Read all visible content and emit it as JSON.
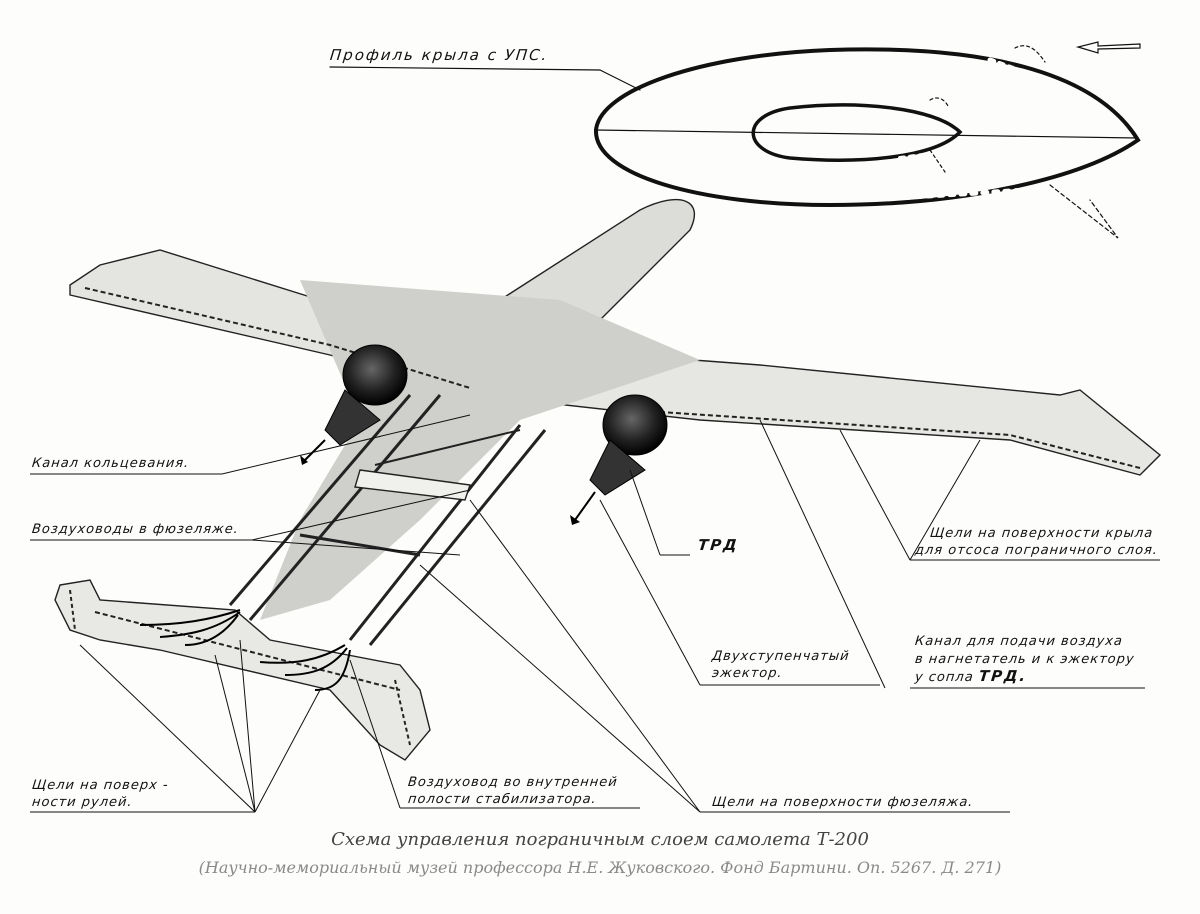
{
  "labels": {
    "wing_profile": "Профиль крыла с УПС.",
    "ring_channel": "Канал кольцевания.",
    "fuselage_ducts": "Воздуховоды в фюзеляже.",
    "trd": "ТРД",
    "wing_slots_1": "Щели на поверхности крыла",
    "wing_slots_2": "для отсоса пограничного слоя.",
    "air_channel_1": "Канал для подачи воздуха",
    "air_channel_2": "в нагнетатель и к эжектору",
    "air_channel_3": "у сопла",
    "air_channel_3_em": "ТРД.",
    "ejector_1": "Двухступенчатый",
    "ejector_2": "эжектор.",
    "rudder_slots_1": "Щели на поверх -",
    "rudder_slots_2": "ности рулей.",
    "stab_duct_1": "Воздуховод во внутренней",
    "stab_duct_2": "полости стабилизатора.",
    "fuselage_slots": "Щели на поверхности фюзеляжа."
  },
  "caption": {
    "title": "Схема управления пограничным слоем самолета Т-200",
    "source": "(Научно-мемориальный музей профессора Н.Е. Жуковского. Фонд Бартини. Оп. 5267. Д. 271)"
  },
  "colors": {
    "ink": "#111111",
    "shading": "#d4d4d0",
    "caption": "#444444",
    "source": "#8a8a8a"
  }
}
